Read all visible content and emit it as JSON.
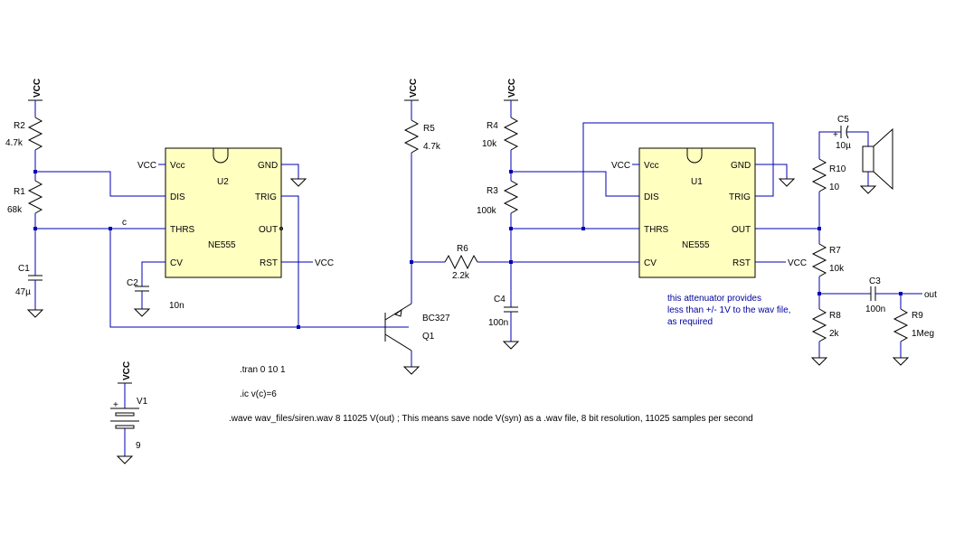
{
  "power": {
    "vcc": "VCC"
  },
  "resistors": {
    "r1": {
      "name": "R1",
      "value": "68k"
    },
    "r2": {
      "name": "R2",
      "value": "4.7k"
    },
    "r3": {
      "name": "R3",
      "value": "100k"
    },
    "r4": {
      "name": "R4",
      "value": "10k"
    },
    "r5": {
      "name": "R5",
      "value": "4.7k"
    },
    "r6": {
      "name": "R6",
      "value": "2.2k"
    },
    "r7": {
      "name": "R7",
      "value": "10k"
    },
    "r8": {
      "name": "R8",
      "value": "2k"
    },
    "r9": {
      "name": "R9",
      "value": "1Meg"
    },
    "r10": {
      "name": "R10",
      "value": "10"
    }
  },
  "capacitors": {
    "c1": {
      "name": "C1",
      "value": "47µ"
    },
    "c2": {
      "name": "C2",
      "value": "10n"
    },
    "c3": {
      "name": "C3",
      "value": "100n"
    },
    "c4": {
      "name": "C4",
      "value": "100n"
    },
    "c5": {
      "name": "C5",
      "value": "10µ"
    }
  },
  "chips": {
    "u2": {
      "name": "U2",
      "type": "NE555"
    },
    "u1": {
      "name": "U1",
      "type": "NE555"
    },
    "pins": {
      "vcc": "Vcc",
      "gnd": "GND",
      "dis": "DIS",
      "trig": "TRIG",
      "thrs": "THRS",
      "out": "OUT",
      "cv": "CV",
      "rst": "RST"
    }
  },
  "transistor": {
    "name": "Q1",
    "type": "BC327"
  },
  "battery": {
    "name": "V1",
    "value": "9",
    "polarity": "+"
  },
  "nets": {
    "c": "c",
    "out": "out",
    "vcc": "VCC"
  },
  "directives": {
    "tran": ".tran 0 10 1",
    "ic": ".ic v(c)=6",
    "wave": ".wave wav_files/siren.wav 8 11025 V(out) ; This means save node V(syn) as a .wav file, 8 bit resolution, 11025 samples per second"
  },
  "comment": [
    "this attenuator provides",
    "less than +/- 1V to the wav file,",
    "as required"
  ],
  "colors": {
    "wire": "#0000b4",
    "chip_fill": "#ffffc0",
    "comment": "#0000a0"
  }
}
